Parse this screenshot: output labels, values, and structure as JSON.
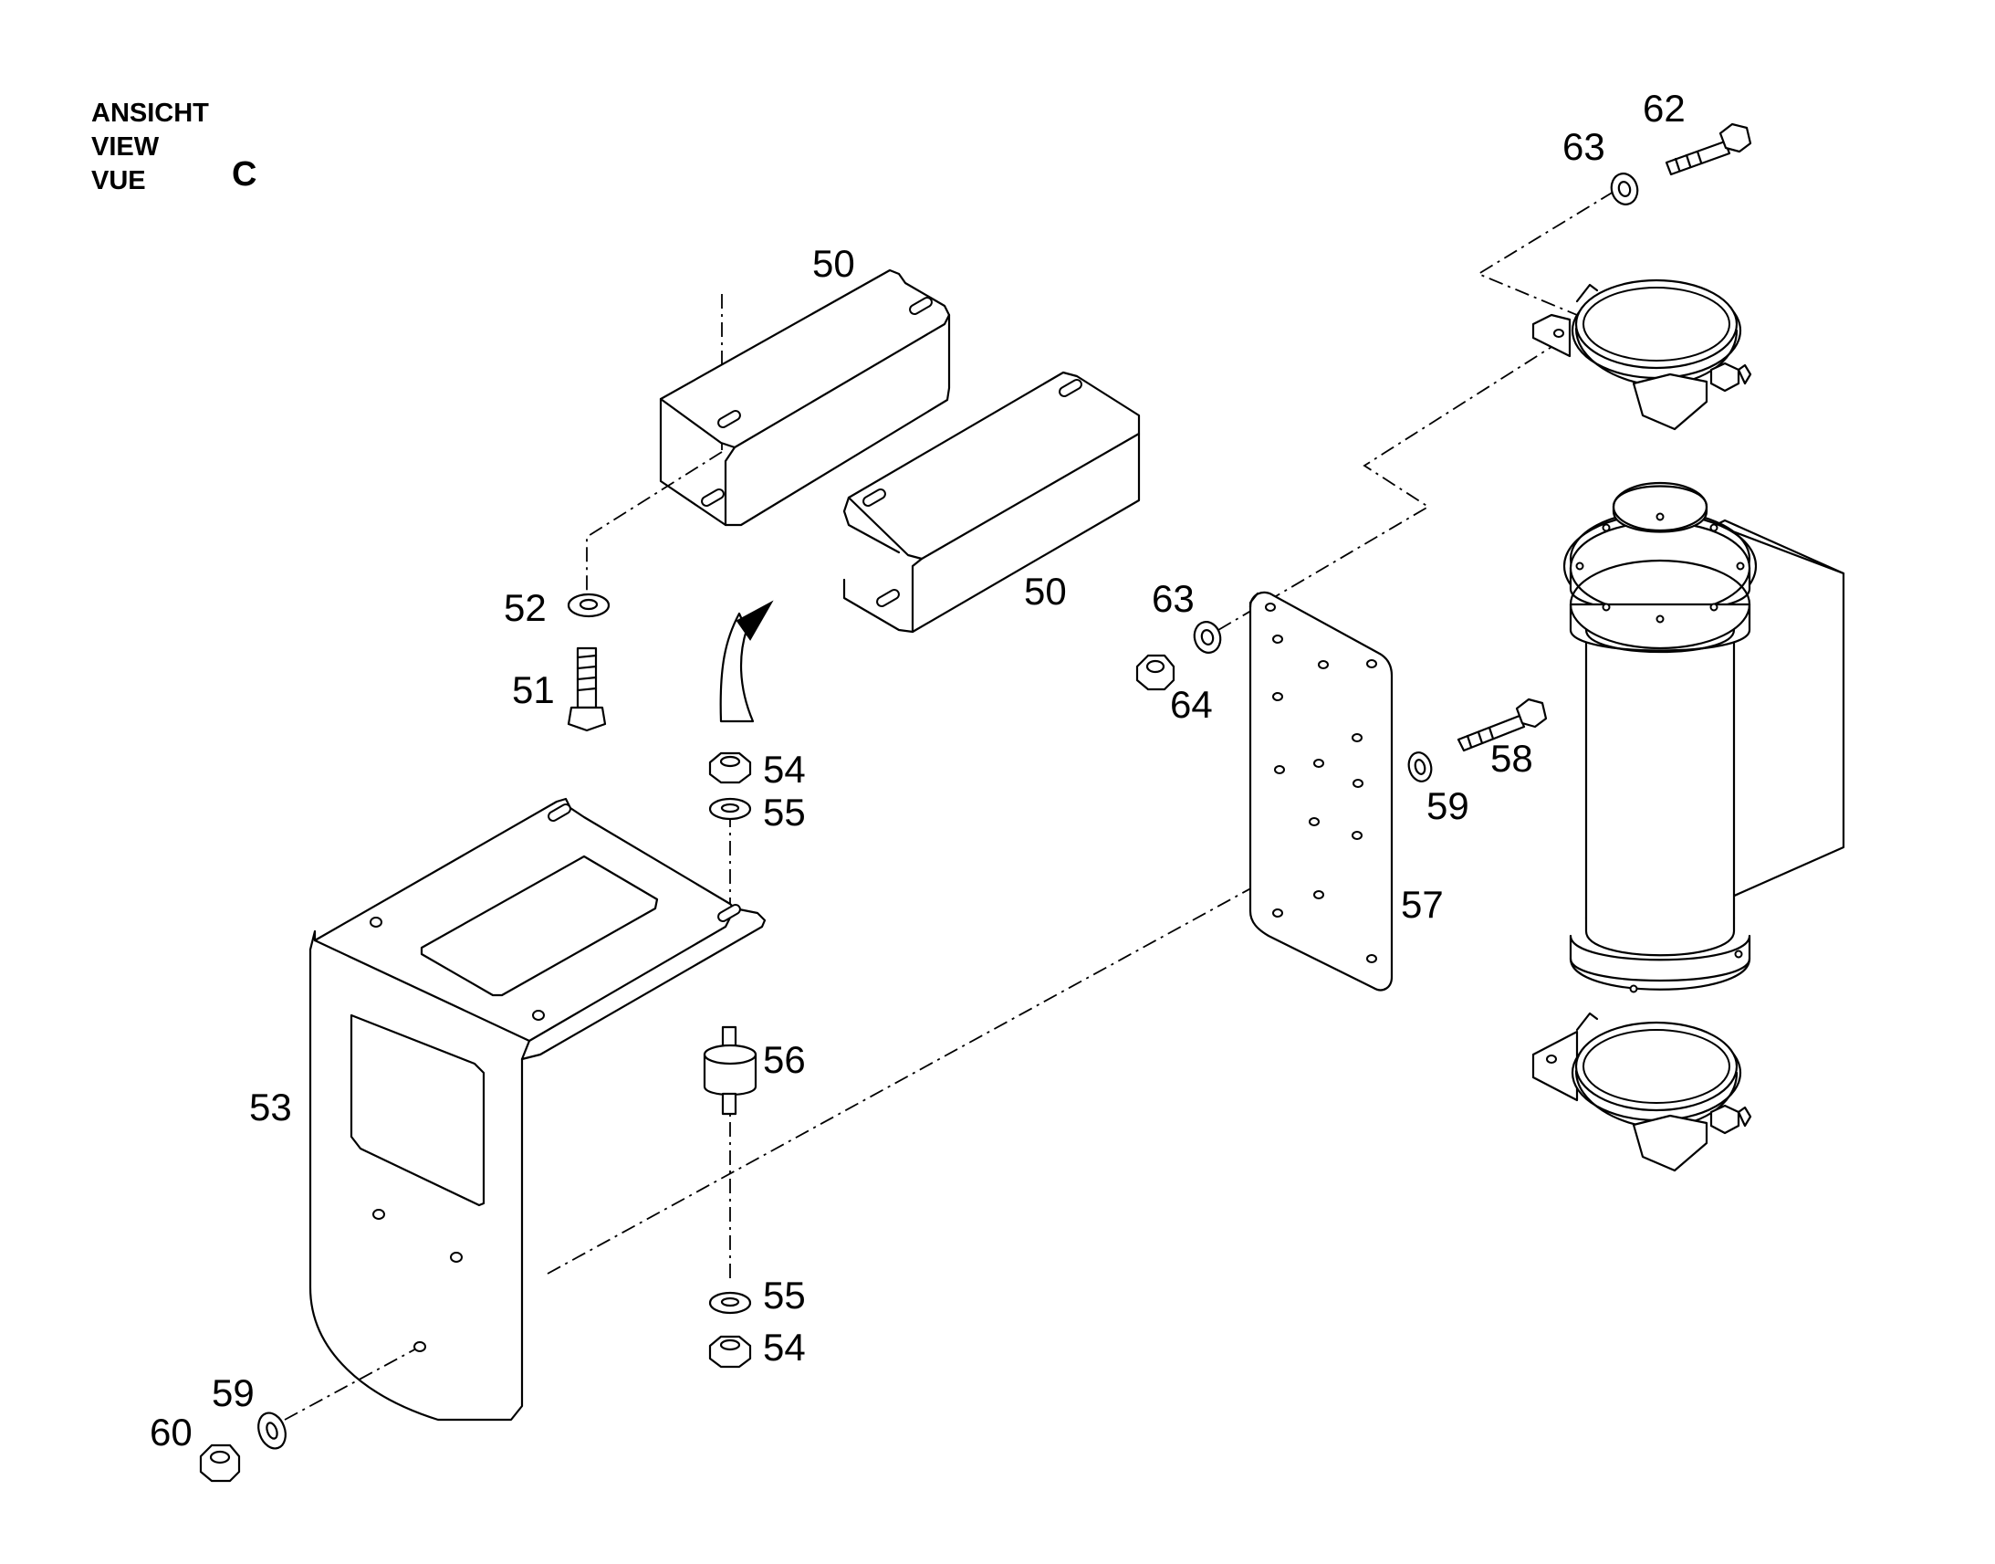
{
  "view": {
    "lines": [
      "ANSICHT",
      "VIEW",
      "VUE"
    ],
    "letter": "C"
  },
  "callouts": {
    "c50a": "50",
    "c50b": "50",
    "c51": "51",
    "c52": "52",
    "c53": "53",
    "c54a": "54",
    "c54b": "54",
    "c55a": "55",
    "c55b": "55",
    "c56": "56",
    "c57": "57",
    "c58": "58",
    "c59a": "59",
    "c59b": "59",
    "c60": "60",
    "c62": "62",
    "c63a": "63",
    "c63b": "63",
    "c64": "64"
  }
}
